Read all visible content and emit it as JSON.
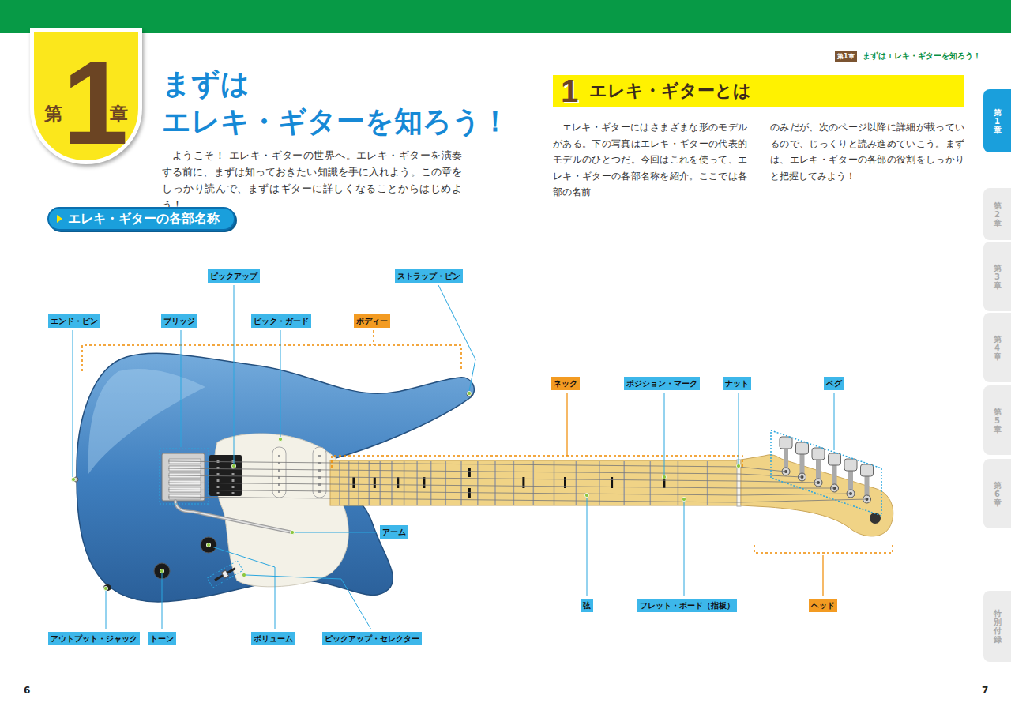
{
  "diagram": {
    "title": "まずは エレキ・ギターを知ろう！",
    "nodes": [
      {
        "text": [
          "第",
          "1",
          "章"
        ]
      },
      {
        "text": [
          "エレキ・ギターの各部名称"
        ]
      },
      {
        "text": [
          "ピックアップ"
        ]
      },
      {
        "text": [
          "ストラップ・ピン"
        ]
      },
      {
        "text": [
          "エンド・ピン"
        ]
      },
      {
        "text": [
          "ブリッジ"
        ]
      },
      {
        "text": [
          "ピック・ガード"
        ]
      },
      {
        "text": [
          "ボディー"
        ]
      },
      {
        "text": [
          "ネック"
        ]
      },
      {
        "text": [
          "ポジション・マーク"
        ]
      },
      {
        "text": [
          "ナット"
        ]
      },
      {
        "text": [
          "ペグ"
        ]
      },
      {
        "text": [
          "アーム"
        ]
      },
      {
        "text": [
          "弦"
        ]
      },
      {
        "text": [
          "フレット・ボード（指板）"
        ]
      },
      {
        "text": [
          "ヘッド"
        ]
      },
      {
        "text": [
          "アウトプット・ジャック"
        ]
      },
      {
        "text": [
          "トーン"
        ]
      },
      {
        "text": [
          "ボリューム"
        ]
      },
      {
        "text": [
          "ピックアップ・セレクター"
        ]
      },
      {
        "text": [
          "第1章"
        ]
      },
      {
        "text": [
          "1",
          "エレキ・ギターとは"
        ]
      },
      {
        "text": [
          "第1章"
        ]
      },
      {
        "text": [
          "第2章"
        ]
      },
      {
        "text": [
          "第3章"
        ]
      },
      {
        "text": [
          "第4章"
        ]
      },
      {
        "text": [
          "第5章"
        ]
      },
      {
        "text": [
          "第6章"
        ]
      },
      {
        "text": [
          "特別付録"
        ]
      }
    ],
    "labels": [
      "ようこそ！ エレキ・ギターの世界へ。エレキ・ギターを演奏する前に、まずは知っておきたい知識を手に入れよう。この章をしっかり読んで、まずはギターに詳しくなることからはじめよう！",
      "まずはエレキ・ギターを知ろう！",
      "エレキ・ギターにはさまざまな形のモデルがある。下の写真はエレキ・ギターの代表的モデルのひとつだ。今回はこれを使って、エレキ・ギターの各部名称を紹介。ここでは各部の名前",
      "のみだが、次のページ以降に詳細が載っているので、じっくりと読み進めていこう。まずは、エレキ・ギターの各部の役割をしっかりと把握してみよう！",
      "6",
      "7"
    ]
  }
}
